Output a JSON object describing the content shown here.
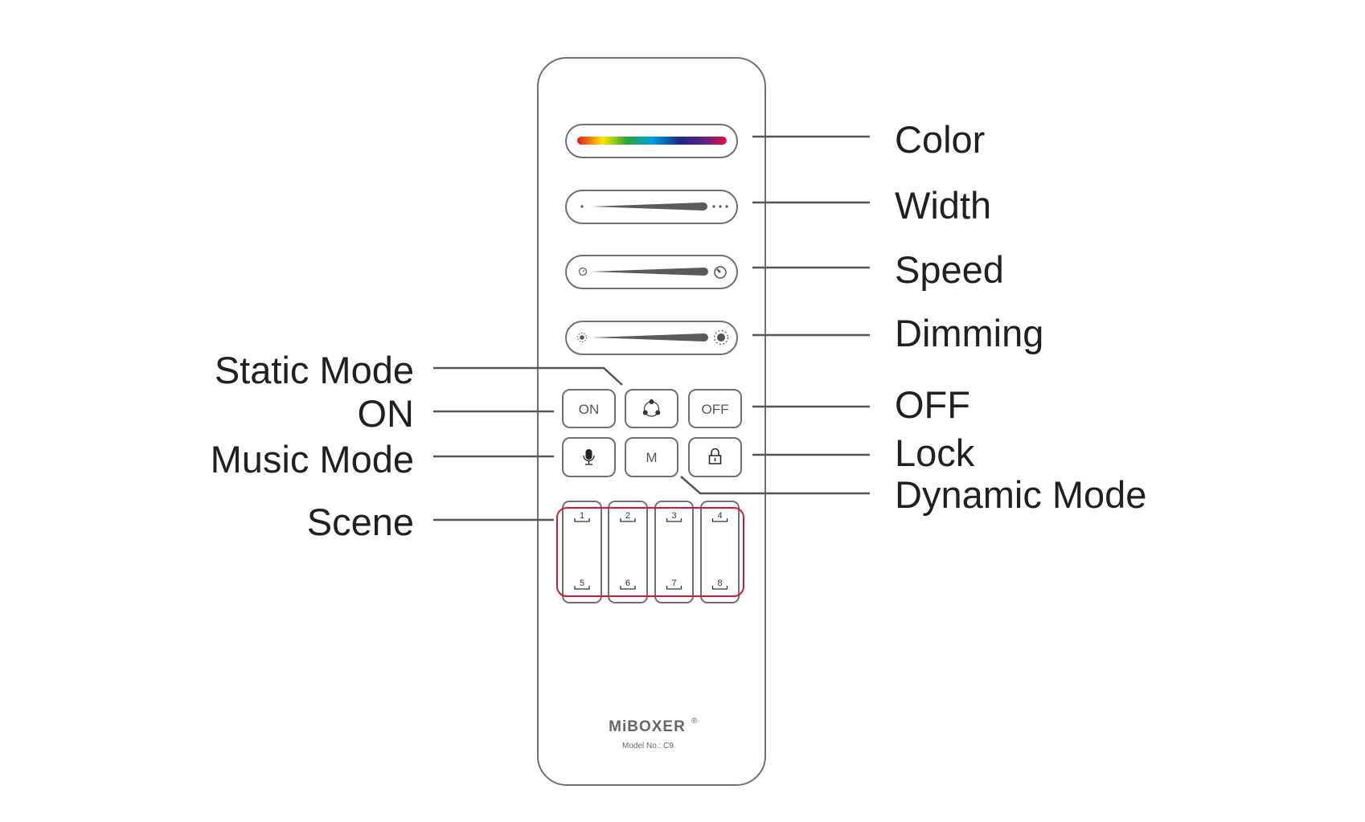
{
  "remote": {
    "buttons": {
      "on": "ON",
      "off": "OFF",
      "mode": "M"
    },
    "scenes": [
      "1",
      "2",
      "3",
      "4",
      "5",
      "6",
      "7",
      "8"
    ],
    "brand": "MiBOXER",
    "registered": "®",
    "model": "Model No.: C9"
  },
  "labels": {
    "right": {
      "color": "Color",
      "width": "Width",
      "speed": "Speed",
      "dimming": "Dimming",
      "off": "OFF",
      "lock": "Lock",
      "dynamic_mode": "Dynamic Mode"
    },
    "left": {
      "static_mode": "Static Mode",
      "on": "ON",
      "music_mode": "Music Mode",
      "scene": "Scene"
    }
  },
  "colors": {
    "highlight": "#d7192e",
    "outline": "#707070",
    "text": "#231f20"
  }
}
